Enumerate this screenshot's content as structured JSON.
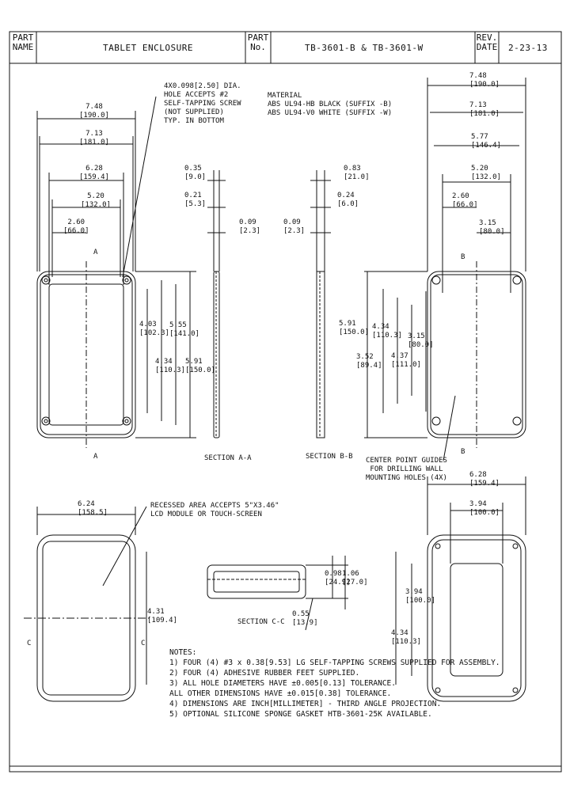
{
  "title_block": {
    "part_name_label": [
      "PART",
      "NAME"
    ],
    "part_name": "TABLET ENCLOSURE",
    "part_no_label": [
      "PART",
      "No."
    ],
    "part_no": "TB-3601-B   &   TB-3601-W",
    "rev_label": [
      "REV.",
      "DATE"
    ],
    "rev_date": "2-23-13"
  },
  "material": [
    "MATERIAL",
    "ABS UL94-HB BLACK (SUFFIX -B)",
    "ABS UL94-V0 WHITE (SUFFIX -W)"
  ],
  "hole_note": [
    "4X0.098[2.50] DIA.",
    "HOLE ACCEPTS #2",
    "SELF-TAPPING SCREW",
    "(NOT SUPPLIED)",
    "TYP. IN BOTTOM"
  ],
  "top_left_dims": [
    {
      "in": "7.48",
      "mm": "[190.0]"
    },
    {
      "in": "7.13",
      "mm": "[181.0]"
    },
    {
      "in": "6.28",
      "mm": "[159.4]"
    },
    {
      "in": "5.20",
      "mm": "[132.0]"
    },
    {
      "in": "2.60",
      "mm": "[66.0]"
    }
  ],
  "front_side_dims": [
    {
      "in": "4.03",
      "mm": "[102.3]"
    },
    {
      "in": "5.55",
      "mm": "[141.0]"
    },
    {
      "in": "4.34",
      "mm": "[110.3]"
    },
    {
      "in": "5.91",
      "mm": "[150.0]"
    }
  ],
  "section_a_dims": [
    {
      "in": "0.35",
      "mm": "[9.0]"
    },
    {
      "in": "0.21",
      "mm": "[5.3]"
    },
    {
      "in": "0.09",
      "mm": "[2.3]"
    }
  ],
  "section_b_dims": [
    {
      "in": "0.09",
      "mm": "[2.3]"
    },
    {
      "in": "0.83",
      "mm": "[21.0]"
    },
    {
      "in": "0.24",
      "mm": "[6.0]"
    }
  ],
  "section_labels": [
    "SECTION A-A",
    "SECTION B-B",
    "SECTION C-C"
  ],
  "right_top_dims": [
    {
      "in": "7.48",
      "mm": "[190.0]"
    },
    {
      "in": "7.13",
      "mm": "[181.0]"
    },
    {
      "in": "5.77",
      "mm": "[146.4]"
    },
    {
      "in": "5.20",
      "mm": "[132.0]"
    },
    {
      "in": "2.60",
      "mm": "[66.0]"
    },
    {
      "in": "3.15",
      "mm": "[80.0]"
    }
  ],
  "rear_side_dims": [
    {
      "in": "5.91",
      "mm": "[150.0]"
    },
    {
      "in": "4.34",
      "mm": "[110.3]"
    },
    {
      "in": "3.52",
      "mm": "[89.4]"
    },
    {
      "in": "3.15",
      "mm": "[80.0]"
    },
    {
      "in": "4.37",
      "mm": "[111.0]"
    }
  ],
  "center_point_note": [
    "CENTER POINT GUIDES",
    "FOR DRILLING WALL",
    "MOUNTING HOLES (4X)"
  ],
  "recess_note": [
    "RECESSED AREA ACCEPTS 5\"X3.46\"",
    "LCD MODULE OR TOUCH-SCREEN"
  ],
  "bottom_left_dims": [
    {
      "in": "6.24",
      "mm": "[158.5]"
    },
    {
      "in": "4.31",
      "mm": "[109.4]"
    }
  ],
  "section_c_dims": [
    {
      "in": "0.98",
      "mm": "[24.9]"
    },
    {
      "in": "1.06",
      "mm": "[27.0]"
    },
    {
      "in": "0.55",
      "mm": "[13.9]"
    }
  ],
  "bottom_right_dims": [
    {
      "in": "6.28",
      "mm": "[159.4]"
    },
    {
      "in": "3.94",
      "mm": "[100.0]"
    },
    {
      "in": "3.94",
      "mm": "[100.0]"
    },
    {
      "in": "4.34",
      "mm": "[110.3]"
    }
  ],
  "view_markers": {
    "a": "A",
    "b": "B",
    "c": "C"
  },
  "notes_title": "NOTES:",
  "notes": [
    "1) FOUR (4) #3 x 0.38[9.53] LG SELF-TAPPING SCREWS SUPPLIED FOR ASSEMBLY.",
    "2) FOUR (4) ADHESIVE RUBBER FEET SUPPLIED.",
    "3) ALL HOLE DIAMETERS HAVE ±0.005[0.13] TOLERANCE.",
    "   ALL OTHER DIMENSIONS HAVE ±0.015[0.38] TOLERANCE.",
    "4) DIMENSIONS ARE INCH[MILLIMETER] - THIRD ANGLE PROJECTION.",
    "5) OPTIONAL SILICONE SPONGE GASKET HTB-3601-25K AVAILABLE."
  ]
}
